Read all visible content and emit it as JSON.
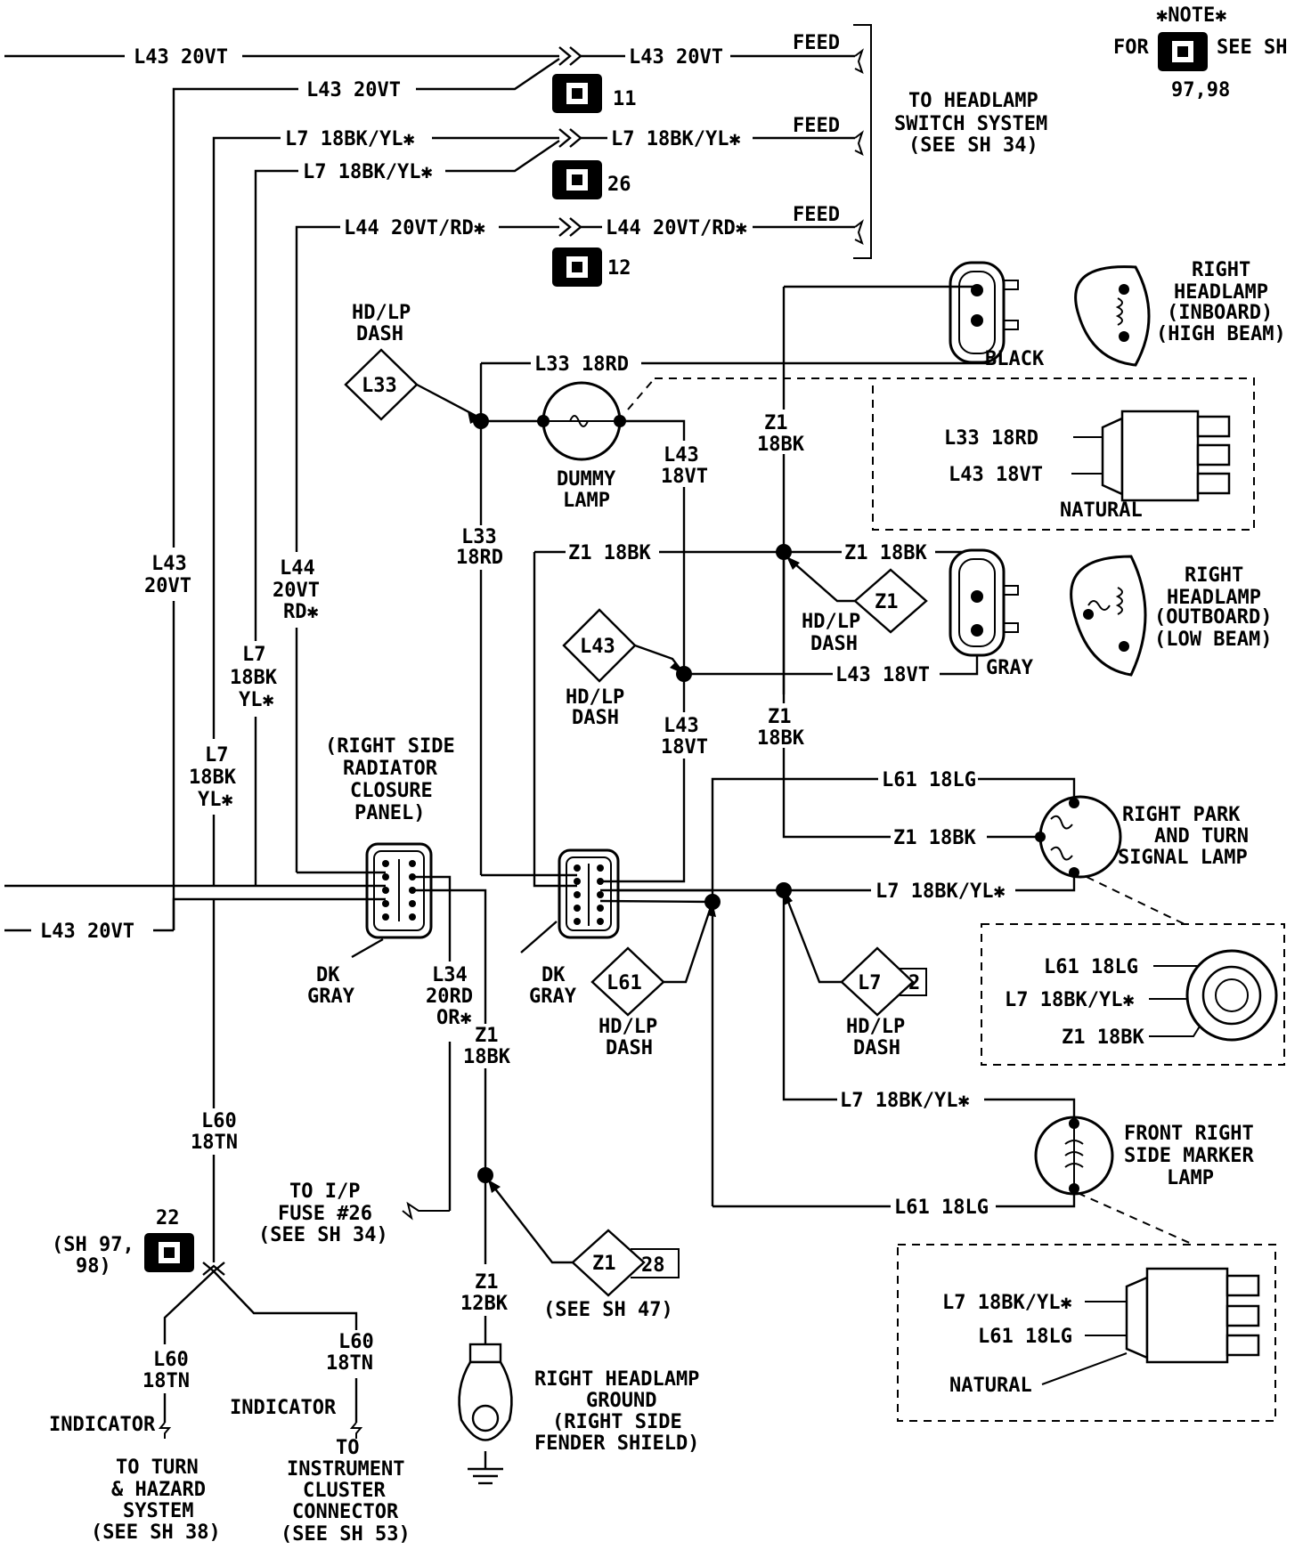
{
  "note": {
    "title": "✱NOTE✱",
    "for_text": "FOR",
    "see_text": "SEE SH",
    "pages": "97,98"
  },
  "wires": {
    "l43_20vt": "L43 20VT",
    "l7_18bk_yl": "L7 18BK/YL✱",
    "l44_20vt_rd": "L44 20VT/RD✱",
    "l33_18rd": "L33 18RD",
    "z1_18bk": "Z1 18BK",
    "l43_18vt": "L43 18VT",
    "l61_18lg": "L61 18LG",
    "l43_stack": [
      "L43",
      "20VT"
    ],
    "l44_stack": [
      "L44",
      "20VT",
      "RD✱"
    ],
    "l7_stack": [
      "L7",
      "18BK",
      "YL✱"
    ],
    "l33_stack": [
      "L33",
      "18RD"
    ],
    "l43_18vt_stack": [
      "L43",
      "18VT"
    ],
    "z1_stack": [
      "Z1",
      "18BK"
    ],
    "l34_stack": [
      "L34",
      "20RD",
      "OR✱"
    ],
    "l60_stack": [
      "L60",
      "18TN"
    ],
    "z1_12bk_stack": [
      "Z1",
      "12BK"
    ]
  },
  "feed": "FEED",
  "headlamp_switch": [
    "TO HEADLAMP",
    "SWITCH SYSTEM",
    "(SEE SH 34)"
  ],
  "connector_numbers": {
    "c11": "11",
    "c26": "26",
    "c12": "12",
    "c22": "22"
  },
  "splices": {
    "l33": "L33",
    "z1": "Z1",
    "l43": "L43",
    "l61": "L61",
    "l7": "L7",
    "l7_num": "2",
    "z1_num": "28"
  },
  "hd_lp_dash": [
    "HD/LP",
    "DASH"
  ],
  "dummy_lamp": [
    "DUMMY",
    "LAMP"
  ],
  "black": "BLACK",
  "gray": "GRAY",
  "natural": "NATURAL",
  "right_headlamp_inboard": [
    "RIGHT",
    "HEADLAMP",
    "(INBOARD)",
    "(HIGH BEAM)"
  ],
  "right_headlamp_outboard": [
    "RIGHT",
    "HEADLAMP",
    "(OUTBOARD)",
    "(LOW BEAM)"
  ],
  "radiator_panel": [
    "(RIGHT SIDE",
    "RADIATOR",
    "CLOSURE",
    "PANEL)"
  ],
  "dk_gray": [
    "DK",
    "GRAY"
  ],
  "park_turn": [
    "RIGHT PARK",
    "AND TURN",
    "SIGNAL LAMP"
  ],
  "side_marker": [
    "FRONT RIGHT",
    "SIDE MARKER",
    "LAMP"
  ],
  "ip_fuse": [
    "TO I/P",
    "FUSE #26",
    "(SEE SH 34)"
  ],
  "sh_9798": [
    "(SH 97,",
    "98)"
  ],
  "see_sh_47": "(SEE SH 47)",
  "indicator": "INDICATOR",
  "to_turn_hazard": [
    "TO TURN",
    "& HAZARD",
    "SYSTEM",
    "(SEE SH 38)"
  ],
  "to_cluster": [
    "TO",
    "INSTRUMENT",
    "CLUSTER",
    "CONNECTOR",
    "(SEE SH 53)"
  ],
  "ground": [
    "RIGHT HEADLAMP",
    "GROUND",
    "(RIGHT SIDE",
    "FENDER SHIELD)"
  ]
}
